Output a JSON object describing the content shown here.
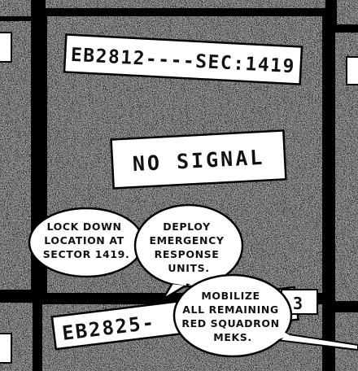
{
  "monitors": {
    "top_id_label": "EB2812----SEC:1419",
    "bottom_id_label_partial": "EB2825-",
    "bottom_right_fragment": "3",
    "no_signal_text": "NO SIGNAL"
  },
  "speech_bubbles": [
    {
      "lines": [
        "LOCK DOWN",
        "LOCATION AT",
        "SECTOR 1419."
      ]
    },
    {
      "lines": [
        "DEPLOY",
        "EMERGENCY",
        "RESPONSE",
        "UNITS."
      ]
    },
    {
      "lines": [
        "MOBILIZE",
        "ALL REMAINING",
        "RED SQUADRON",
        "MEKS."
      ]
    }
  ]
}
